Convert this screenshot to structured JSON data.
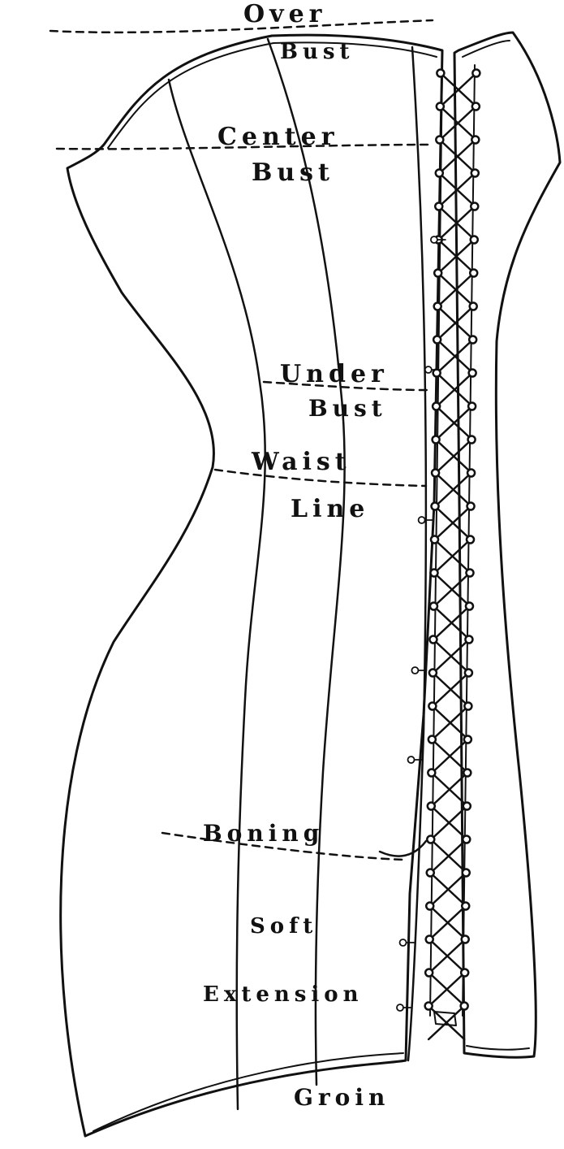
{
  "labels": {
    "over": "Over",
    "bust_1": "Bust",
    "center": "Center",
    "bust_2": "Bust",
    "under": "Under",
    "bust_3": "Bust",
    "waist": "Waist",
    "line": "Line",
    "boning": "Boning",
    "soft": "Soft",
    "extension": "Extension",
    "groin": "Groin"
  },
  "colors": {
    "ink": "#111111",
    "paper": "#ffffff"
  }
}
